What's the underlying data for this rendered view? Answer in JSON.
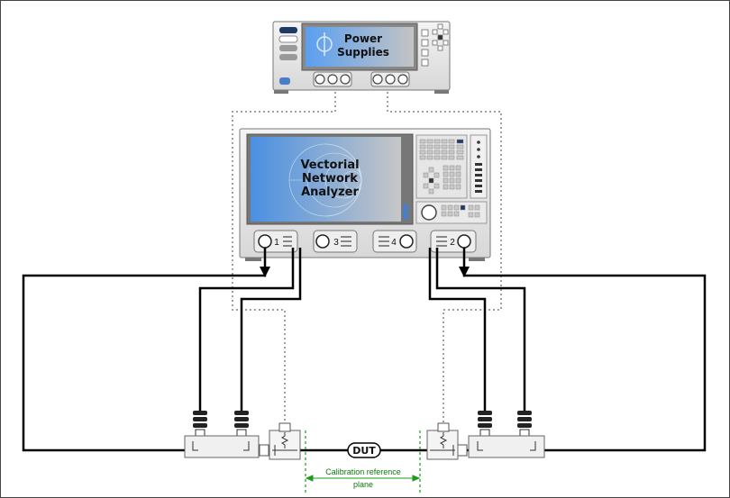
{
  "power_supply": {
    "label_line1": "Power",
    "label_line2": "Supplies"
  },
  "vna": {
    "label_line1": "Vectorial",
    "label_line2": "Network",
    "label_line3": "Analyzer"
  },
  "ports": {
    "p1": "1",
    "p2": "2",
    "p3": "3",
    "p4": "4"
  },
  "dut": {
    "label": "DUT"
  },
  "calibration": {
    "line1": "Calibration reference",
    "line2": "plane"
  },
  "colors": {
    "screen_left": "#4a90e2",
    "screen_right": "#c9c9c9",
    "cable": "#000000",
    "dotted": "#a0a0a0",
    "plane": "#1c9b1c"
  }
}
